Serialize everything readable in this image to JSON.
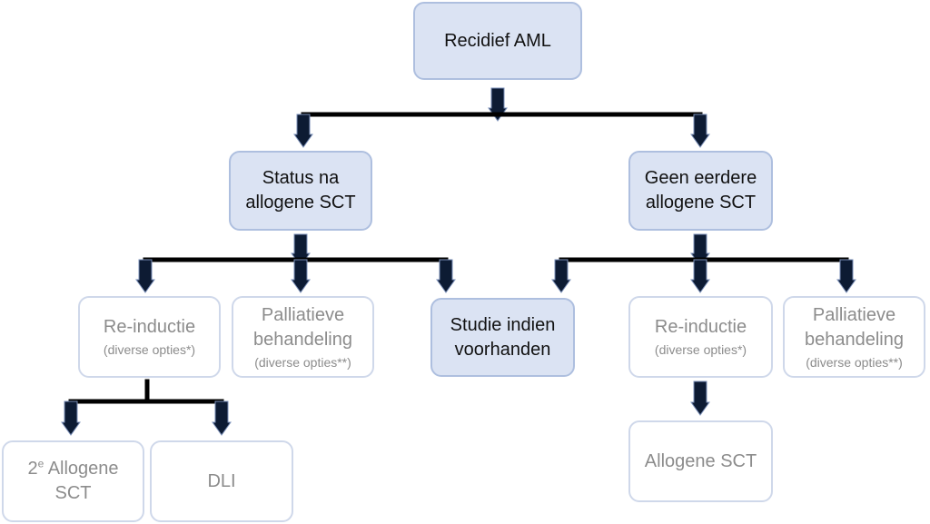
{
  "diagram": {
    "nodes": {
      "root": {
        "label": "Recidief AML"
      },
      "status_allo": {
        "label": "Status na\nallogene SCT"
      },
      "geen_allo": {
        "label": "Geen eerdere\nallogene SCT"
      },
      "reinductie_left": {
        "label": "Re-inductie",
        "sub": "(diverse opties*)"
      },
      "palliatief_left": {
        "label": "Palliatieve\nbehandeling",
        "sub": "(diverse opties**)"
      },
      "studie": {
        "label": "Studie indien\nvoorhanden"
      },
      "reinductie_right": {
        "label": "Re-inductie",
        "sub": "(diverse opties*)"
      },
      "palliatief_right": {
        "label": "Palliatieve\nbehandeling",
        "sub": "(diverse opties**)"
      },
      "tweede_allo": {
        "label_pre": "2",
        "label_sup": "e",
        "label_post": " Allogene\nSCT"
      },
      "dli": {
        "label": "DLI"
      },
      "allo_sct": {
        "label": "Allogene SCT"
      }
    }
  }
}
